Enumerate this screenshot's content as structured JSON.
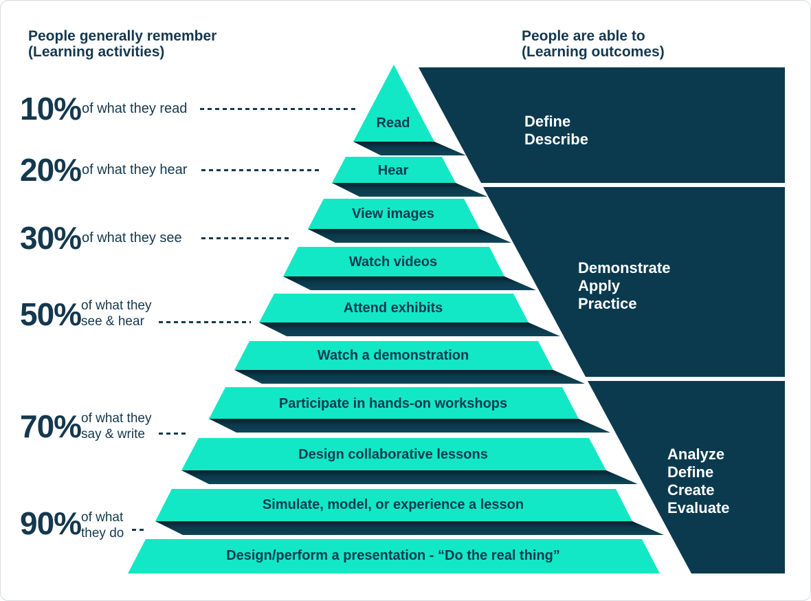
{
  "colors": {
    "teal": "#12e8c5",
    "navy_panel": "#0b3a4f",
    "text_navy": "#14384e",
    "text_on_teal": "#0a3a50",
    "shadow_dark": "#071f2b"
  },
  "left_panel": {
    "title_line1": "People generally remember",
    "title_line2": "(Learning activities)",
    "rows": [
      {
        "percent": "10%",
        "lines": [
          "of what they read"
        ]
      },
      {
        "percent": "20%",
        "lines": [
          "of what they hear"
        ]
      },
      {
        "percent": "30%",
        "lines": [
          "of what they see"
        ]
      },
      {
        "percent": "50%",
        "lines": [
          "of what they",
          "see & hear"
        ]
      },
      {
        "percent": "70%",
        "lines": [
          "of what they",
          "say & write"
        ]
      },
      {
        "percent": "90%",
        "lines": [
          "of what",
          "they do"
        ]
      }
    ]
  },
  "right_panel": {
    "title_line1": "People are able to",
    "title_line2": "(Learning outcomes)",
    "groups": [
      {
        "lines": [
          "Define",
          "Describe"
        ]
      },
      {
        "lines": [
          "Demonstrate",
          "Apply",
          "Practice"
        ]
      },
      {
        "lines": [
          "Analyze",
          "Define",
          "Create",
          "Evaluate"
        ]
      }
    ]
  },
  "pyramid": {
    "layers": [
      "Read",
      "Hear",
      "View images",
      "Watch videos",
      "Attend exhibits",
      "Watch a demonstration",
      "Participate in hands-on workshops",
      "Design collaborative lessons",
      "Simulate, model, or experience a lesson",
      "Design/perform a presentation - “Do the real thing”"
    ]
  }
}
